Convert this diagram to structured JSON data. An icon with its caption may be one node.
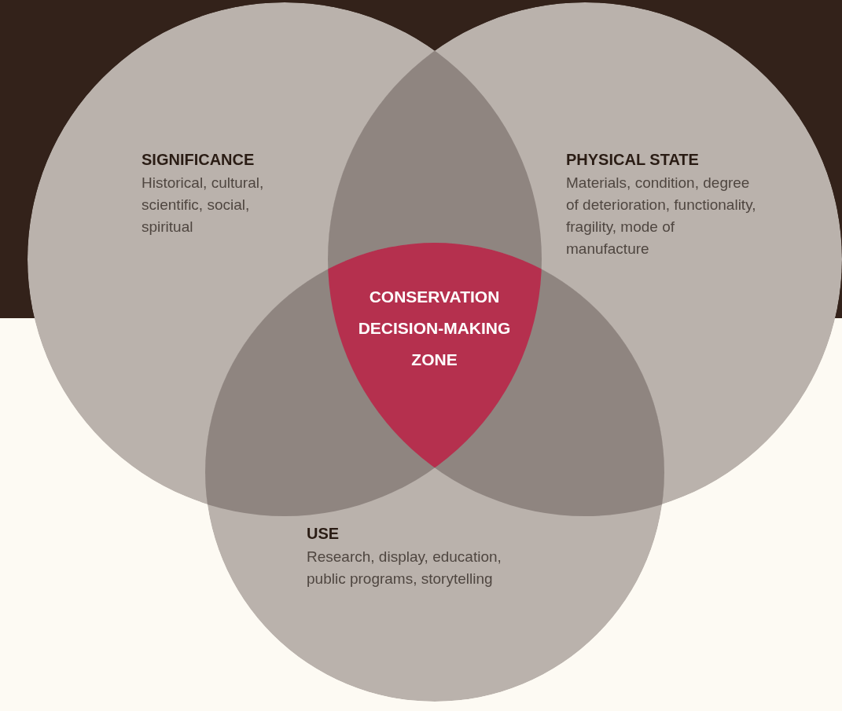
{
  "diagram": {
    "nodes": [
      {
        "text": [
          "SIGNIFICANCE",
          "Historical, cultural, scientific, social, spiritual"
        ]
      },
      {
        "text": [
          "PHYSICAL STATE",
          "Materials, condition, degree of deterioration, functionality, fragility, mode of manufacture"
        ]
      },
      {
        "text": [
          "USE",
          "Research, display, education, public programs, storytelling"
        ]
      },
      {
        "text": [
          "CONSERVATION DECISION-MAKING ZONE"
        ]
      }
    ]
  }
}
